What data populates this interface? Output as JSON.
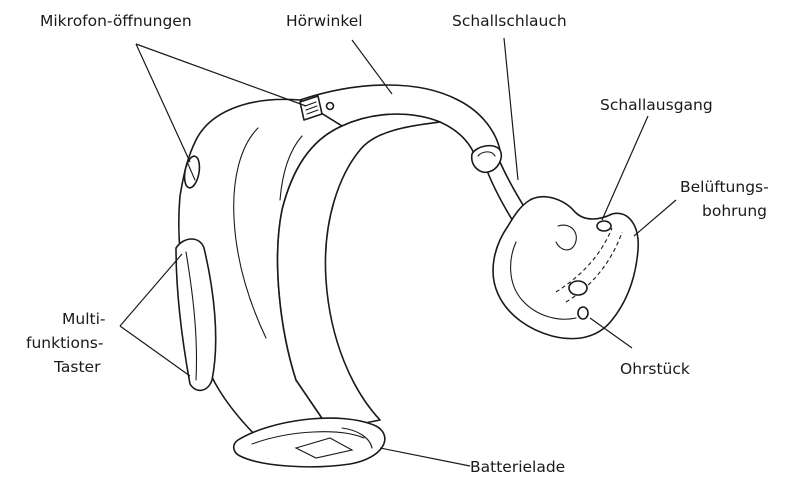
{
  "labels": {
    "mic_openings": "Mikrofon-öffnungen",
    "earhook": "Hörwinkel",
    "sound_tube": "Schallschlauch",
    "sound_outlet": "Schallausgang",
    "vent_line1": "Belüftungs-",
    "vent_line2": "bohrung",
    "multi_line1": "Multi-",
    "multi_line2": "funktions-",
    "multi_line3": "Taster",
    "earpiece": "Ohrstück",
    "battery_door": "Batterielade"
  },
  "colors": {
    "line": "#1a1a1a",
    "background": "#ffffff"
  }
}
